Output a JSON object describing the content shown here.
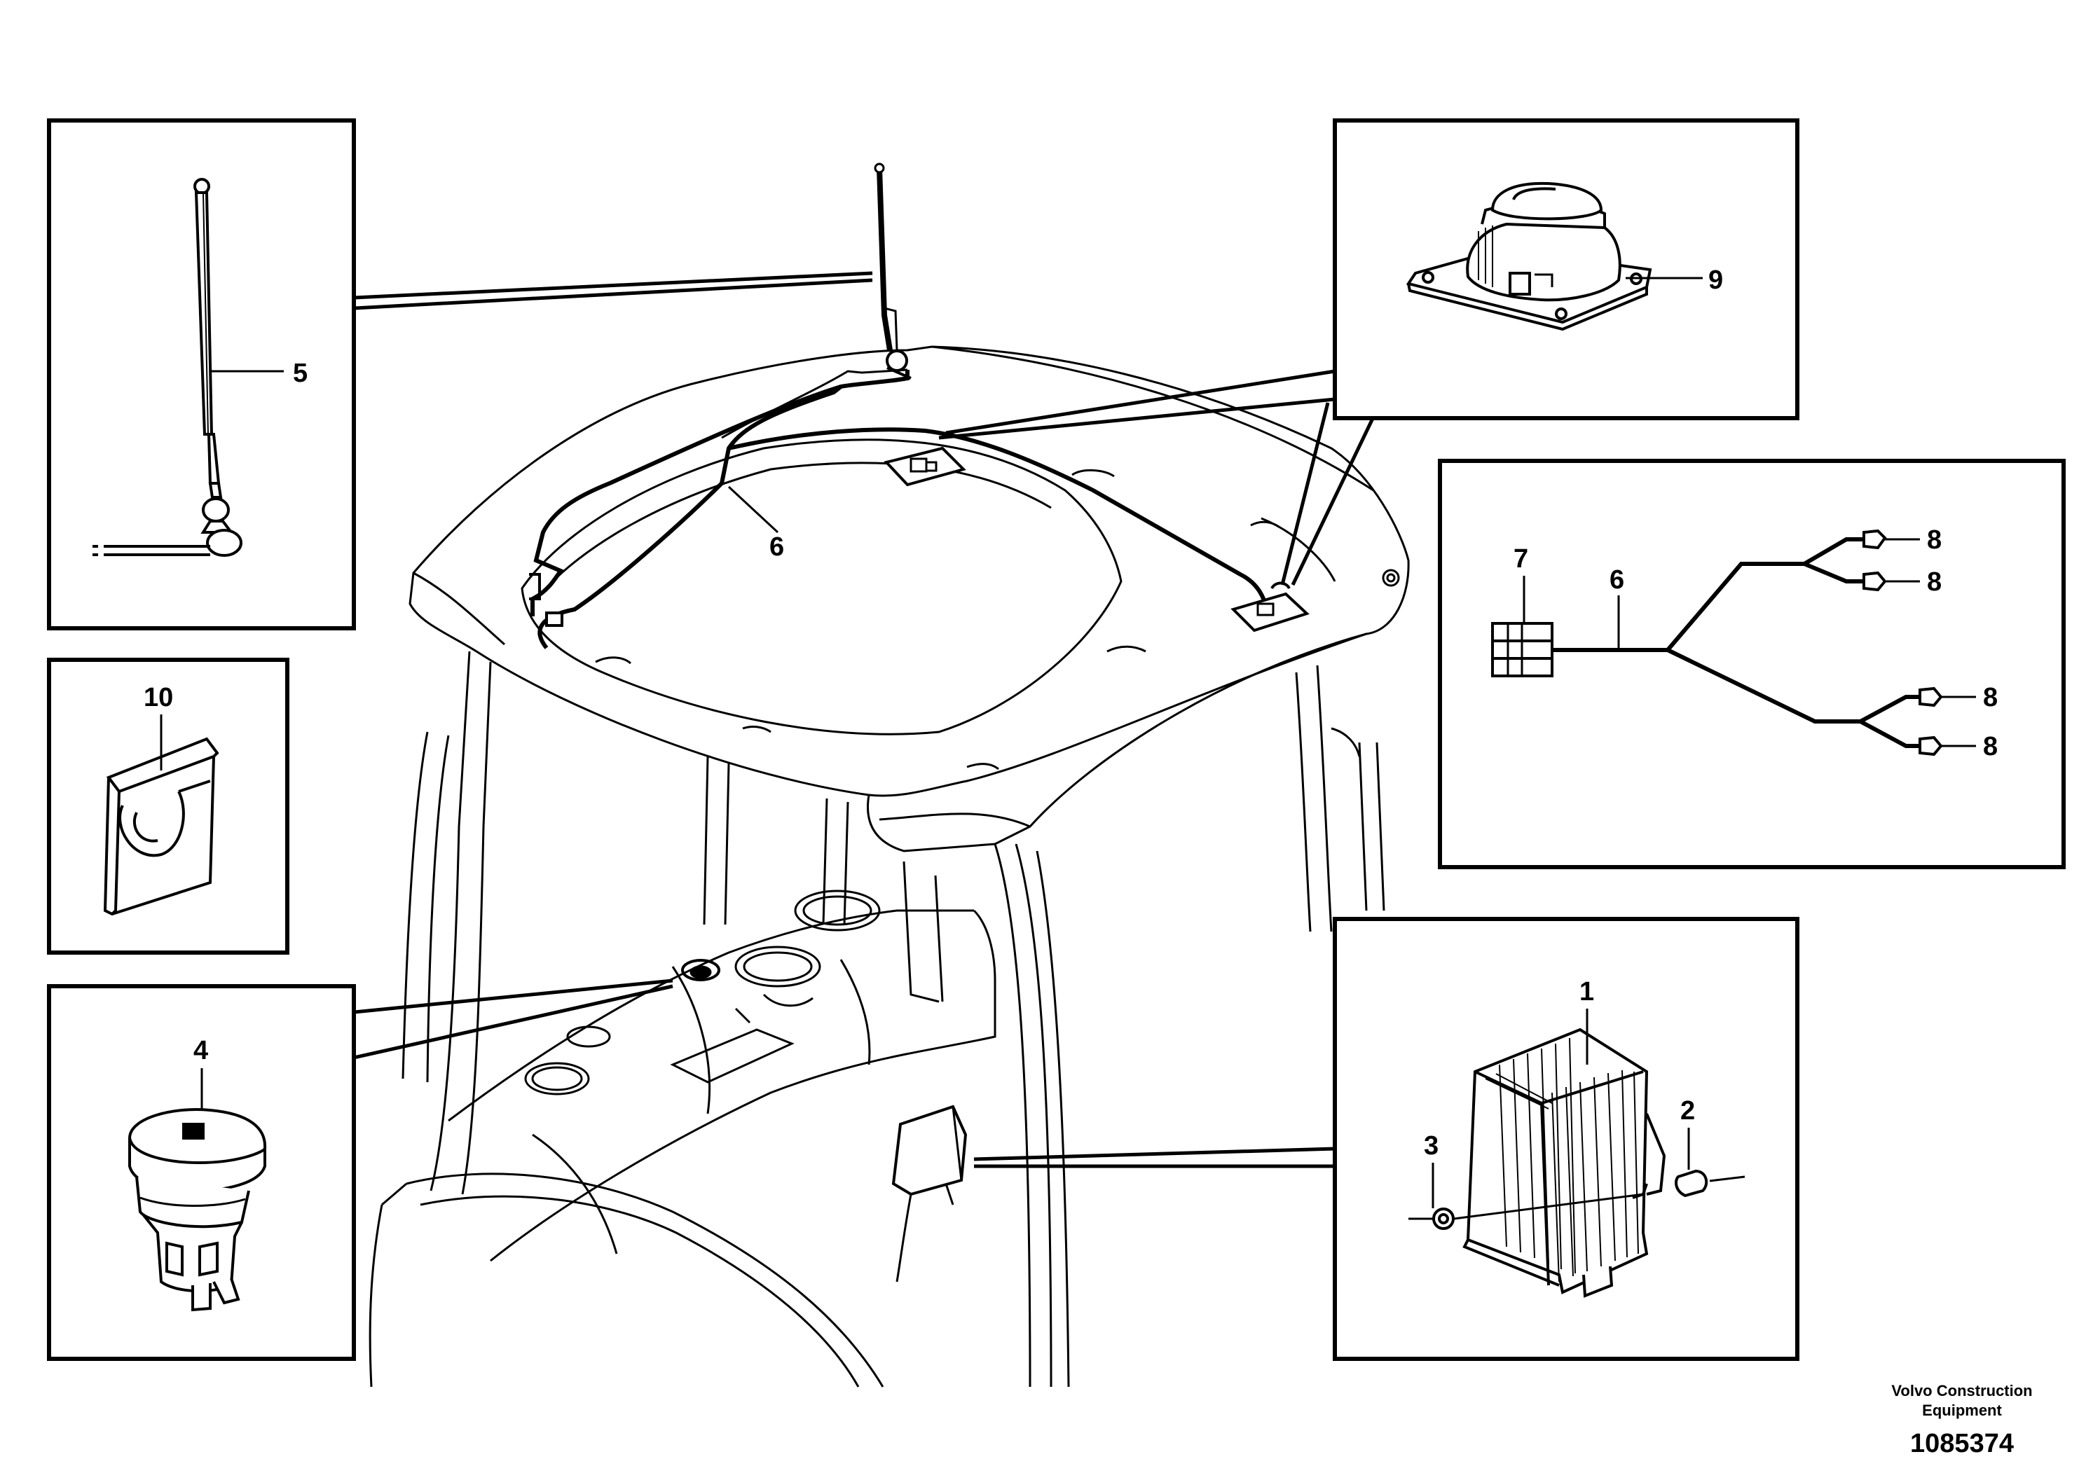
{
  "callouts": {
    "c1": "1",
    "c2": "2",
    "c3": "3",
    "c4": "4",
    "c5": "5",
    "c6_main": "6",
    "c6_detail": "6",
    "c7": "7",
    "c8a": "8",
    "c8b": "8",
    "c8c": "8",
    "c8d": "8",
    "c9": "9",
    "c10": "10"
  },
  "footer": {
    "brand_line1": "Volvo Construction",
    "brand_line2": "Equipment",
    "drawing_number": "1085374"
  }
}
